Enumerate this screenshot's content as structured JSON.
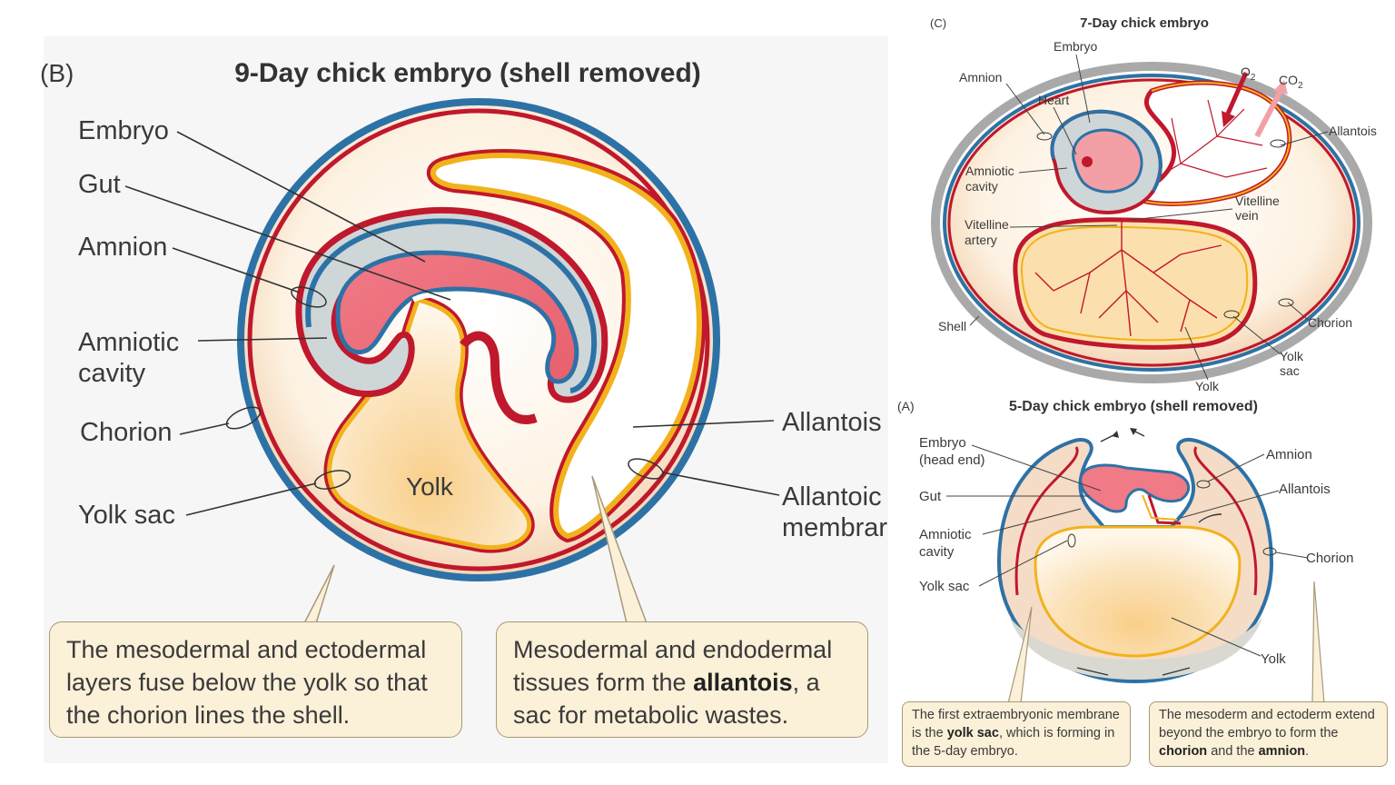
{
  "panelB": {
    "letter": "(B)",
    "title": "9-Day chick embryo (shell removed)",
    "labels": {
      "embryo": "Embryo",
      "gut": "Gut",
      "amnion": "Amnion",
      "amniotic1": "Amniotic",
      "amniotic2": "cavity",
      "chorion": "Chorion",
      "yolksac": "Yolk sac",
      "yolk": "Yolk",
      "allantois": "Allantois",
      "allmem1": "Allantoic",
      "allmem2": "membrar"
    },
    "box1": "The mesodermal and ectodermal layers fuse below the yolk so that the chorion lines the shell.",
    "box2_pre": "Mesodermal and endodermal tissues form the ",
    "box2_bold": "allantois",
    "box2_post": ", a sac for metabolic wastes."
  },
  "panelC": {
    "letter": "(C)",
    "title": "7-Day chick embryo",
    "labels": {
      "embryo": "Embryo",
      "amnion": "Amnion",
      "heart": "Heart",
      "o2": "O",
      "o2sub": "2",
      "co2": "CO",
      "co2sub": "2",
      "allantois": "Allantois",
      "amniotic1": "Amniotic",
      "amniotic2": "cavity",
      "vitvein1": "Vitelline",
      "vitvein2": "vein",
      "vitart1": "Vitelline",
      "vitart2": "artery",
      "shell": "Shell",
      "chorion": "Chorion",
      "yolksac1": "Yolk",
      "yolksac2": "sac",
      "yolk": "Yolk"
    }
  },
  "panelA": {
    "letter": "(A)",
    "title": "5-Day chick embryo (shell removed)",
    "labels": {
      "embryo1": "Embryo",
      "embryo2": "(head end)",
      "gut": "Gut",
      "amniotic1": "Amniotic",
      "amniotic2": "cavity",
      "yolksac": "Yolk sac",
      "amnion": "Amnion",
      "allantois": "Allantois",
      "chorion": "Chorion",
      "yolk": "Yolk"
    },
    "box1_pre": "The first extraembryonic membrane is the ",
    "box1_bold": "yolk sac",
    "box1_post": ", which is forming in the 5-day embryo.",
    "box2_pre": "The mesoderm and ectoderm extend beyond the embryo to form the ",
    "box2_bold1": "chorion",
    "box2_mid": " and the ",
    "box2_bold2": "amnion",
    "box2_post": "."
  },
  "colors": {
    "ectoderm_blue": "#2f6e9c",
    "mesoderm_red": "#c0182c",
    "endoderm_yellow": "#f2b21b",
    "gut_pink": "#ee7680",
    "amnion_grey": "#cfd6d8",
    "yolk_cream": "#fbe3b6",
    "callout_bg": "#fbf0d8"
  }
}
